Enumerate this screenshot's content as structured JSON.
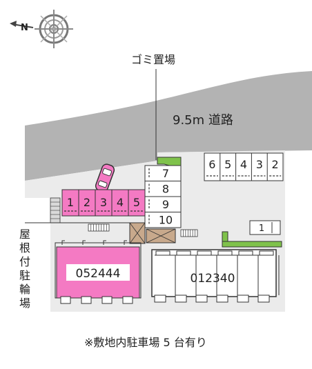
{
  "compass": {
    "north_label": "N",
    "icon": "compass-rose-icon"
  },
  "labels": {
    "garbage": "ゴミ置場",
    "road": "9.5m 道路",
    "bike_parking": [
      "屋",
      "根",
      "付",
      "駐",
      "輪",
      "場"
    ],
    "footer": "※敷地内駐車場 5 台有り"
  },
  "parking_pink": [
    "1",
    "2",
    "3",
    "4",
    "5"
  ],
  "parking_column": [
    "7",
    "8",
    "9",
    "10"
  ],
  "parking_right": [
    "6",
    "5",
    "4",
    "3",
    "2"
  ],
  "parking_single": "1",
  "buildings": {
    "left": "052444",
    "right": "012340"
  },
  "colors": {
    "road": "#b3b3b3",
    "lot": "#ebebeb",
    "pink": "#f47ac3",
    "green": "#7fc24b",
    "outline": "#333333",
    "brown": "#c8a98c"
  }
}
